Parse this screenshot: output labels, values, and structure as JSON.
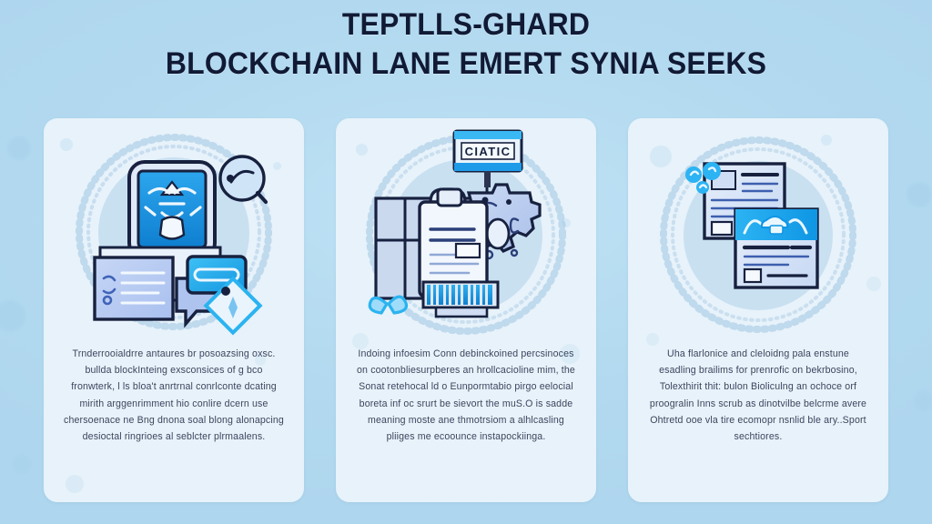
{
  "page": {
    "background_color": "#b6dcf2",
    "card_color": "#e7f2fa",
    "accent_color": "#1e9be8",
    "title_color": "#111a35",
    "body_text_color": "#2e3550"
  },
  "header": {
    "title_line_1": "TEPTLLS-GHARD",
    "title_line_2": "BLOCKCHAIN LANE EMERT SYNIA SEEKS"
  },
  "cards": [
    {
      "id": "card-1",
      "illustration_name": "secure-device-blockchain-illustration",
      "illustration_elements": [
        "lock-shield-icon",
        "magnifier-icon",
        "document-panel-icon",
        "credit-card-icon",
        "diamond-token-icon",
        "dashed-ring-decoration"
      ],
      "body_text": "Trnderrooialdrre antaures br posoazsing oxsc. bullda blockInteing exsconsices of g bco fronwterk, l ls bloa't anrtrnal conrlconte dcating mirith arggenrimment hio conlire dcern use chersoenace ne Bng dnona soal blong alonapcing desioctal ringrioes al seblcter plrmaalens."
    },
    {
      "id": "card-2",
      "illustration_name": "smart-contract-machine-illustration",
      "sign_label": "CIATIC",
      "illustration_elements": [
        "monitor-sign-icon",
        "contract-document-icon",
        "gear-machine-icon",
        "barcode-strip-icon",
        "butterfly-icon",
        "dashed-ring-decoration"
      ],
      "body_text": "Indoing infoesim Conn debinckoined percsinoces on cootonbliesurpberes an hrollcacioline mim, the Sonat retehocal ld o Eunpormtabio pirgo eelocial boreta inf oc srurt be sievort the muS.O is sadde meaning moste ane thmotrsiom a alhlcasling pliiges me ecoounce instapockiinga."
    },
    {
      "id": "card-3",
      "illustration_name": "documents-data-illustration",
      "illustration_elements": [
        "document-back-icon",
        "document-front-icon",
        "network-nodes-icon",
        "cloud-lock-icon",
        "dashed-ring-decoration"
      ],
      "body_text": "Uha flarlonice and cleloidng pala enstune esadling brailims for prenrofic on bekrbosino, Tolexthirit thit: bulon Bioliculng an ochoce orf proogralin Inns scrub as dinotvilbe belcrme avere Ohtretd ooe vla tire ecomopr nsnlid ble ary..Sport sechtiores."
    }
  ]
}
